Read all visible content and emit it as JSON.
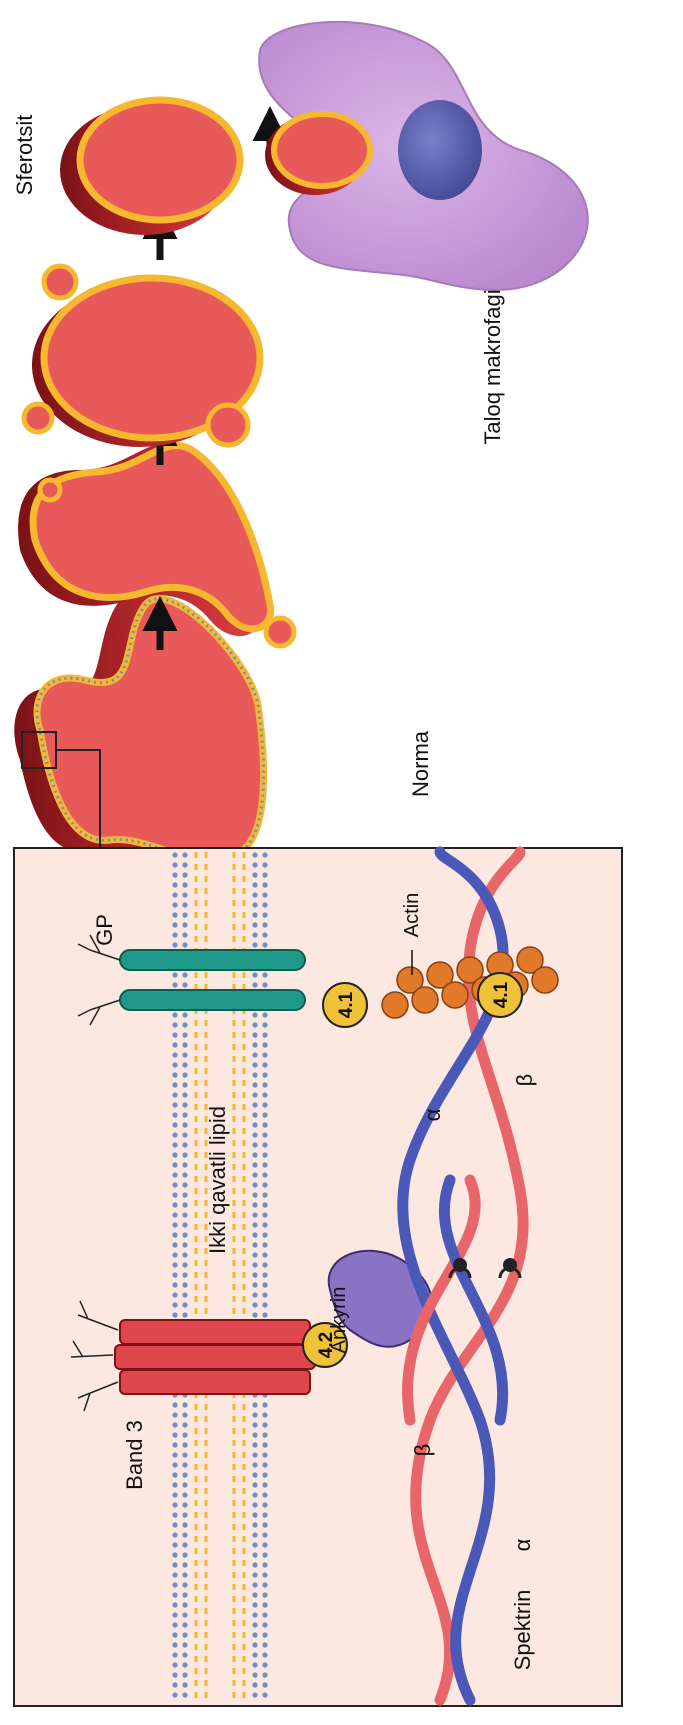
{
  "labels": {
    "norma": "Norma",
    "sferotsit": "Sferotsit",
    "taloq_makrofagi": "Taloq makrofagi",
    "band3": "Band 3",
    "ikki_qavatli_lipid": "Ikki qavatli lipid",
    "gp": "GP",
    "actin": "Actin",
    "ankyrin": "Ankyrin",
    "spektrin": "Spektrin",
    "alpha_1": "α",
    "beta_1": "β",
    "alpha_2": "α",
    "beta_2": "β",
    "badge_42": "4.2",
    "badge_41_a": "4.1",
    "badge_41_b": "4.1"
  },
  "colors": {
    "cell_red": "#e85a5a",
    "cell_dark": "#a51e24",
    "membrane_yellow": "#f5b82e",
    "membrane_blue": "#6b8fc9",
    "inset_bg": "#fce8e0",
    "band3_red": "#e0474c",
    "gp_teal": "#1f9a8a",
    "ankyrin_purple": "#8a72c4",
    "spectrin_red": "#e8666a",
    "spectrin_blue": "#4a58b8",
    "actin_orange": "#e07a2a",
    "badge_yellow": "#f0c23a",
    "macrophage": "#c99ad8",
    "nucleus": "#5a5fa8"
  }
}
